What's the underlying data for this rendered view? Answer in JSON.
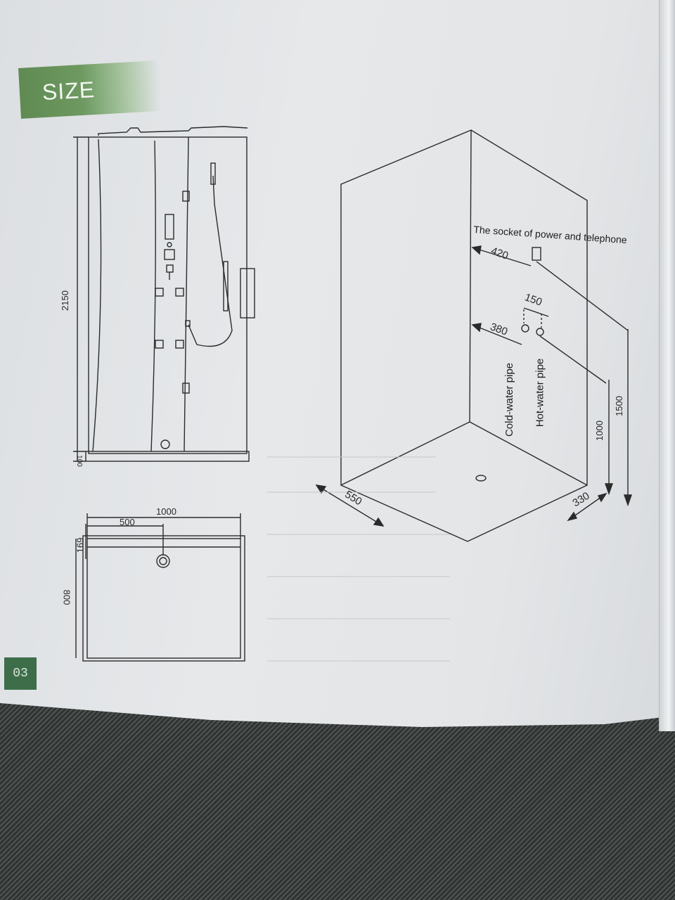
{
  "section": {
    "title": "SIZE",
    "page_number": "03"
  },
  "front_view": {
    "height": "2150",
    "base_height": "100"
  },
  "top_view": {
    "width": "1000",
    "half_width": "500",
    "depth": "800",
    "offset": "169"
  },
  "install_diagram": {
    "socket_label": "The socket of power and telephone",
    "socket_distance": "420",
    "pipe_spacing": "150",
    "pipe_distance": "380",
    "cold_pipe": "Cold-water pipe",
    "hot_pipe": "Hot-water pipe",
    "pipe_height": "1000",
    "socket_height": "1500",
    "floor_left": "550",
    "floor_right": "330"
  }
}
